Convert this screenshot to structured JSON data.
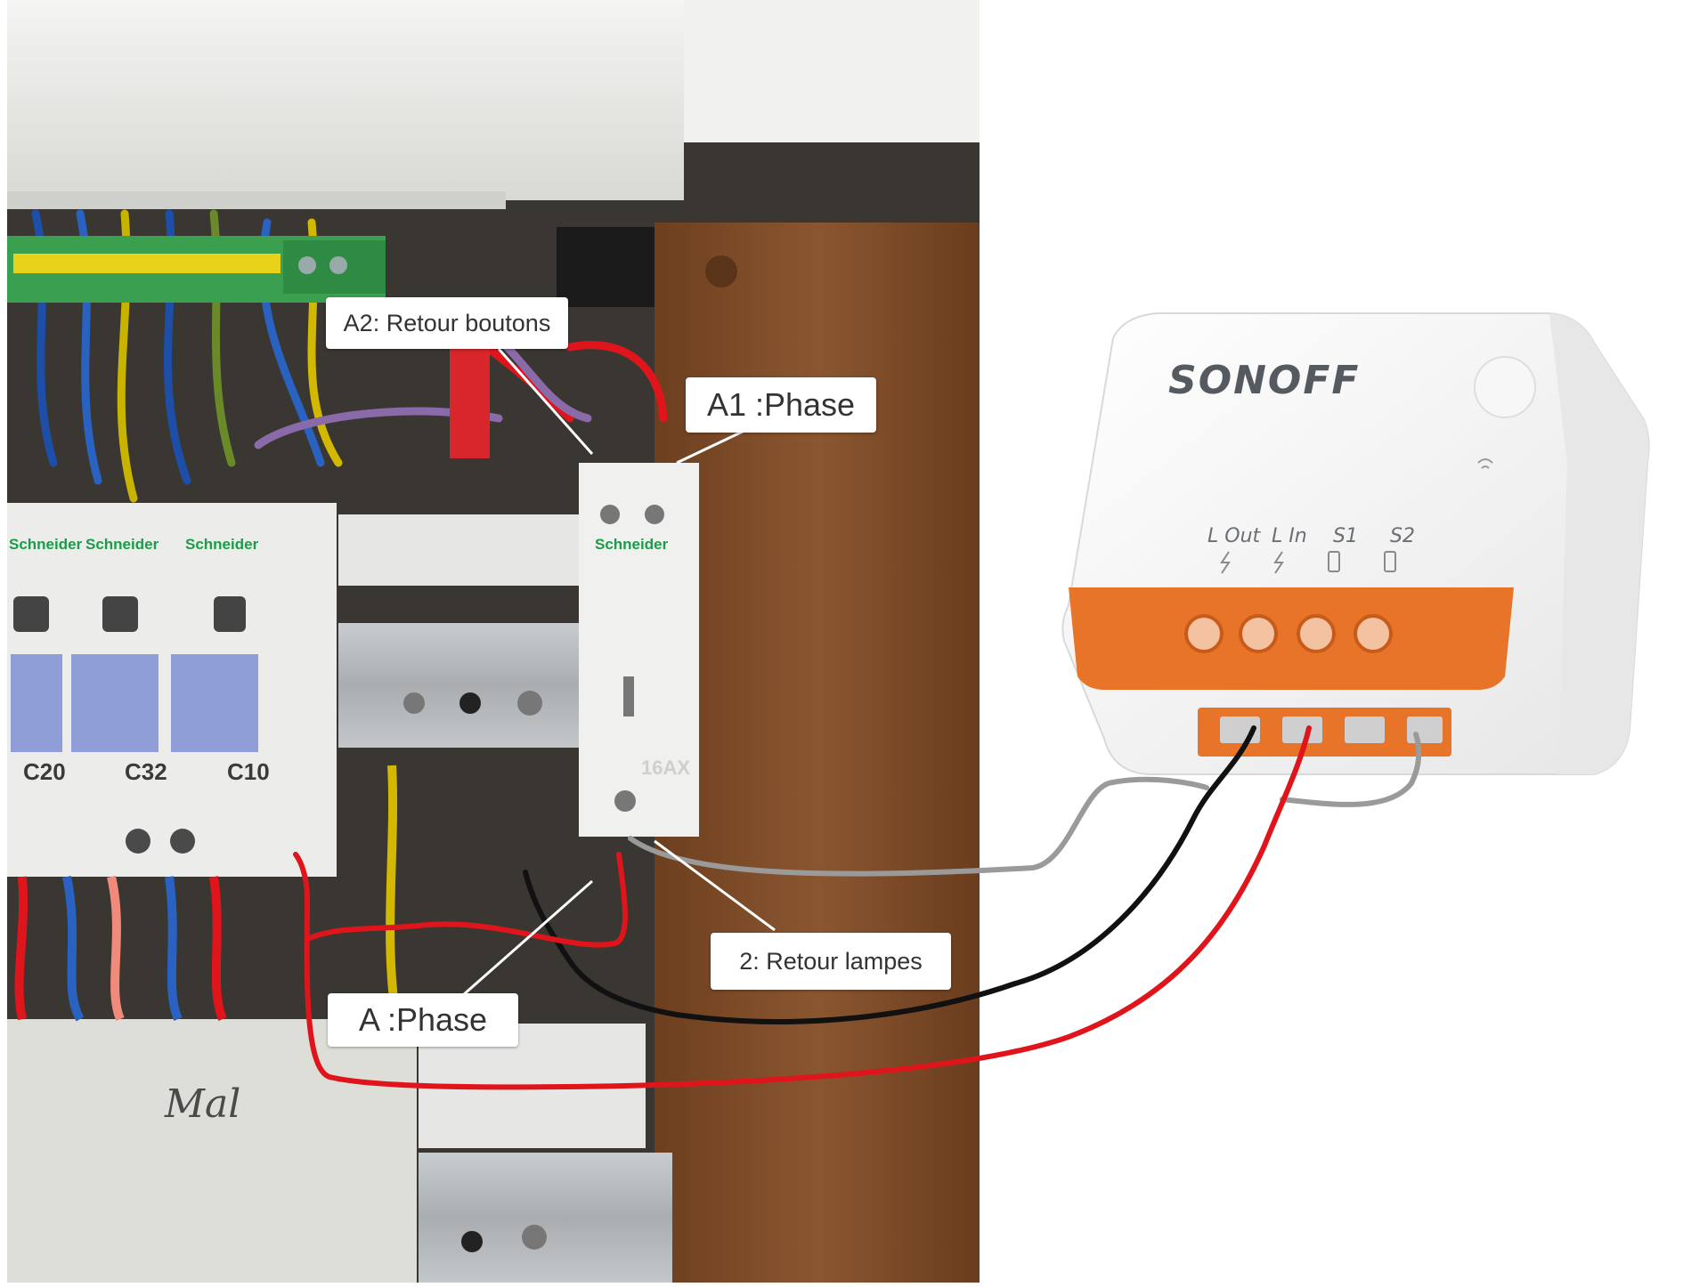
{
  "labels": {
    "a2": "A2: Retour boutons",
    "a1": "A1 :Phase",
    "retour_lampes": "2: Retour lampes",
    "a_phase": "A :Phase"
  },
  "device": {
    "brand": "SONOFF",
    "terminals": [
      "L Out",
      "L In",
      "S1",
      "S2"
    ]
  },
  "panel": {
    "breakers": [
      "C20",
      "C32",
      "C10"
    ],
    "maker": "Schneider",
    "contactor_rating": "16AX",
    "handwriting": "Mal"
  },
  "colors": {
    "wire_red": "#e0151c",
    "wire_black": "#111111",
    "wire_grey": "#9a9a9a",
    "sonoff_orange": "#e8742a",
    "wood": "#7a4a26"
  }
}
